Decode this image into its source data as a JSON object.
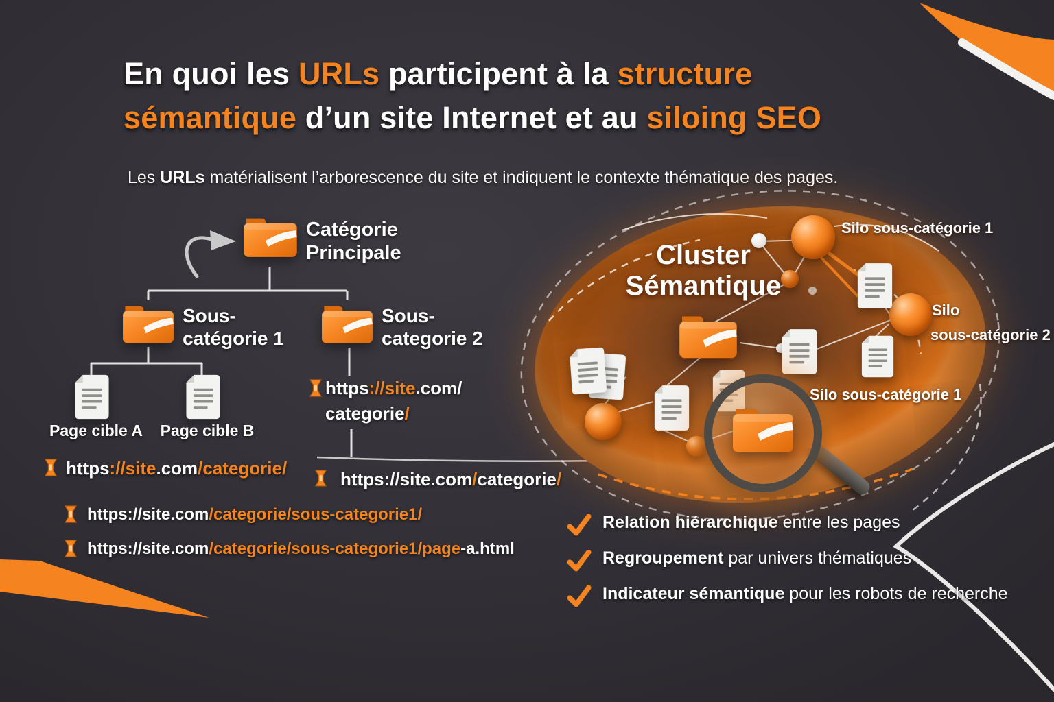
{
  "colors": {
    "orange": "#F5831F",
    "white": "#FFFFFF",
    "background": "#333137"
  },
  "header": {
    "title_line1": [
      "En quoi les ",
      "URLs",
      " participent à la ",
      "structure"
    ],
    "title_line2": [
      "sémantique",
      " d’un site Internet et au ",
      "siloing SEO"
    ],
    "subtitle": [
      "Les ",
      "URLs",
      " matérialisent l’arborescence du site et indiquent le contexte thématique des pages."
    ]
  },
  "tree": {
    "main_category": "Catégorie Principale",
    "subcategory1": "Sous-catégorie 1",
    "subcategory2": "Sous-categorie 2",
    "page_a": "Page cible A",
    "page_b": "Page cible B",
    "subcategory2_url": [
      "https",
      "://",
      "site",
      ".com/",
      "categorie",
      "/"
    ]
  },
  "urls": {
    "branch_url": [
      "https://site.com",
      "/",
      "categorie",
      "/"
    ],
    "list": [
      [
        "https",
        "://site",
        ".com",
        "/categorie/"
      ],
      [
        "https://site.com",
        "/categorie/sous-categorie1/"
      ],
      [
        "https://site.com",
        "/categorie/sous-categorie1/page",
        "-a.html"
      ]
    ]
  },
  "cluster": {
    "title": "Cluster Sémantique",
    "silo_top": "Silo sous-catégorie 1",
    "silo_right_line1": "Silo",
    "silo_right_line2": "sous-catégorie 2",
    "silo_center": "Silo sous-catégorie 1"
  },
  "checklist": [
    {
      "bold": "Relation hiérarchique",
      "rest": " entre les pages"
    },
    {
      "bold": "Regroupement",
      "rest": " par univers thématiques"
    },
    {
      "bold": "Indicateur sémantique",
      "rest": " pour les robots de recherche"
    }
  ],
  "icons": {
    "folder": "folder-icon",
    "document": "document-icon",
    "pin": "pin-icon",
    "check": "check-icon",
    "magnifier": "magnifier-icon",
    "arrow": "curved-arrow-icon",
    "sphere": "node-sphere-icon"
  }
}
